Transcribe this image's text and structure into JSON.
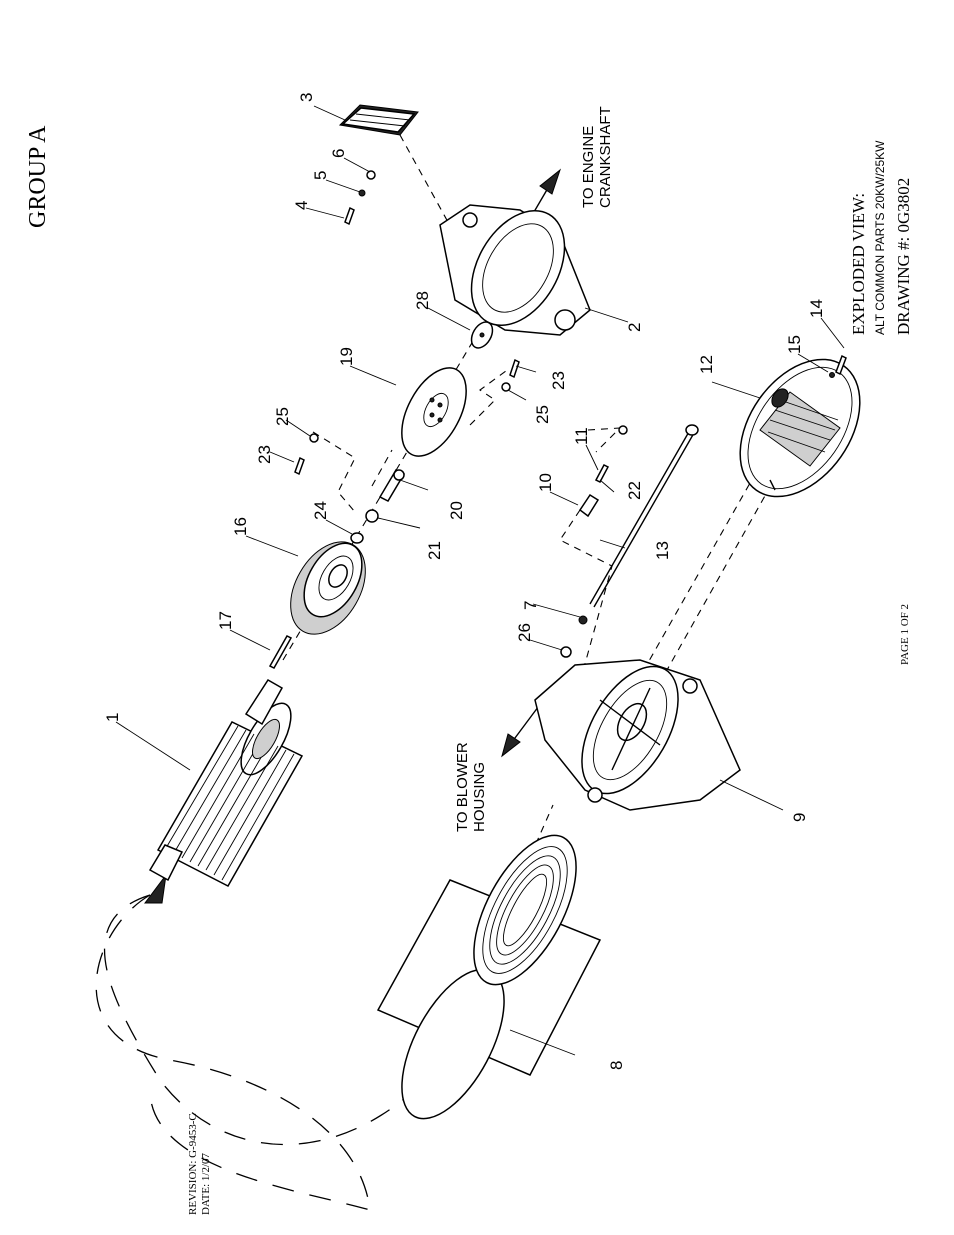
{
  "sheet": {
    "group_title": "GROUP A",
    "view_title": "EXPLODED VIEW:",
    "view_subtitle": "ALT COMMON PARTS 20KW/25KW",
    "drawing_number": "DRAWING #: 0G3802",
    "page": "PAGE 1 OF 2",
    "revision": "REVISION: G-9453-C",
    "date": "DATE:  1/2/07"
  },
  "annotations": {
    "to_engine_line1": "TO ENGINE",
    "to_engine_line2": "CRANKSHAFT",
    "to_blower_line1": "TO BLOWER",
    "to_blower_line2": "HOUSING"
  },
  "callouts": [
    "1",
    "2",
    "3",
    "4",
    "5",
    "6",
    "7",
    "8",
    "9",
    "10",
    "11",
    "12",
    "13",
    "14",
    "15",
    "16",
    "17",
    "19",
    "20",
    "21",
    "22",
    "23",
    "23",
    "24",
    "25",
    "25",
    "26",
    "28"
  ]
}
